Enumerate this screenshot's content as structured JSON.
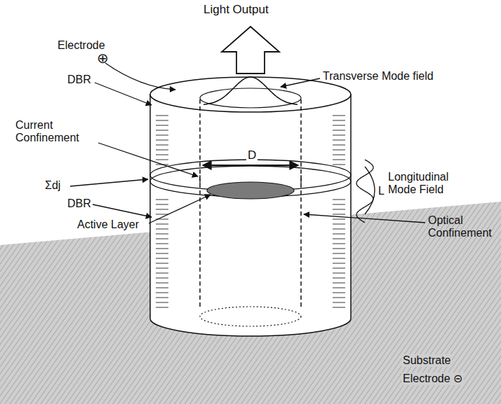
{
  "diagram": {
    "labels": [
      "Light Output",
      "Electrode",
      "⊕",
      "Transverse Mode field",
      "DBR",
      "Current Confinement",
      "D",
      "Σdj",
      "Longitudinal Mode Field",
      "L",
      "DBR",
      "Active Layer",
      "Optical Confinement",
      "Substrate",
      "Electrode ⊝"
    ]
  }
}
